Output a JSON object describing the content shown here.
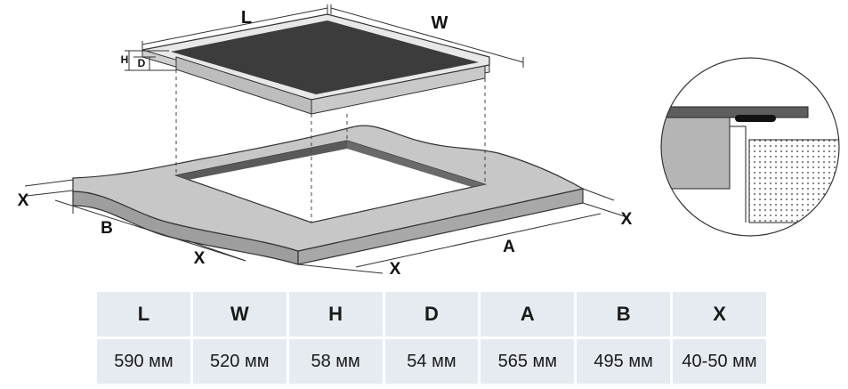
{
  "labels": {
    "L": "L",
    "W": "W",
    "H": "H",
    "D": "D",
    "B": "B",
    "A": "A",
    "X": "X"
  },
  "colors": {
    "hob_top": "#3c3c3c",
    "hob_edge": "#d4d4d4",
    "countertop": "#c7c7c7",
    "cutout": "#5a5a5a",
    "table_cell": "#e6eaf1"
  },
  "table": {
    "headers": [
      "L",
      "W",
      "H",
      "D",
      "A",
      "B",
      "X"
    ],
    "values": [
      "590 мм",
      "520 мм",
      "58 мм",
      "54 мм",
      "565 мм",
      "495 мм",
      "40-50 мм"
    ]
  }
}
